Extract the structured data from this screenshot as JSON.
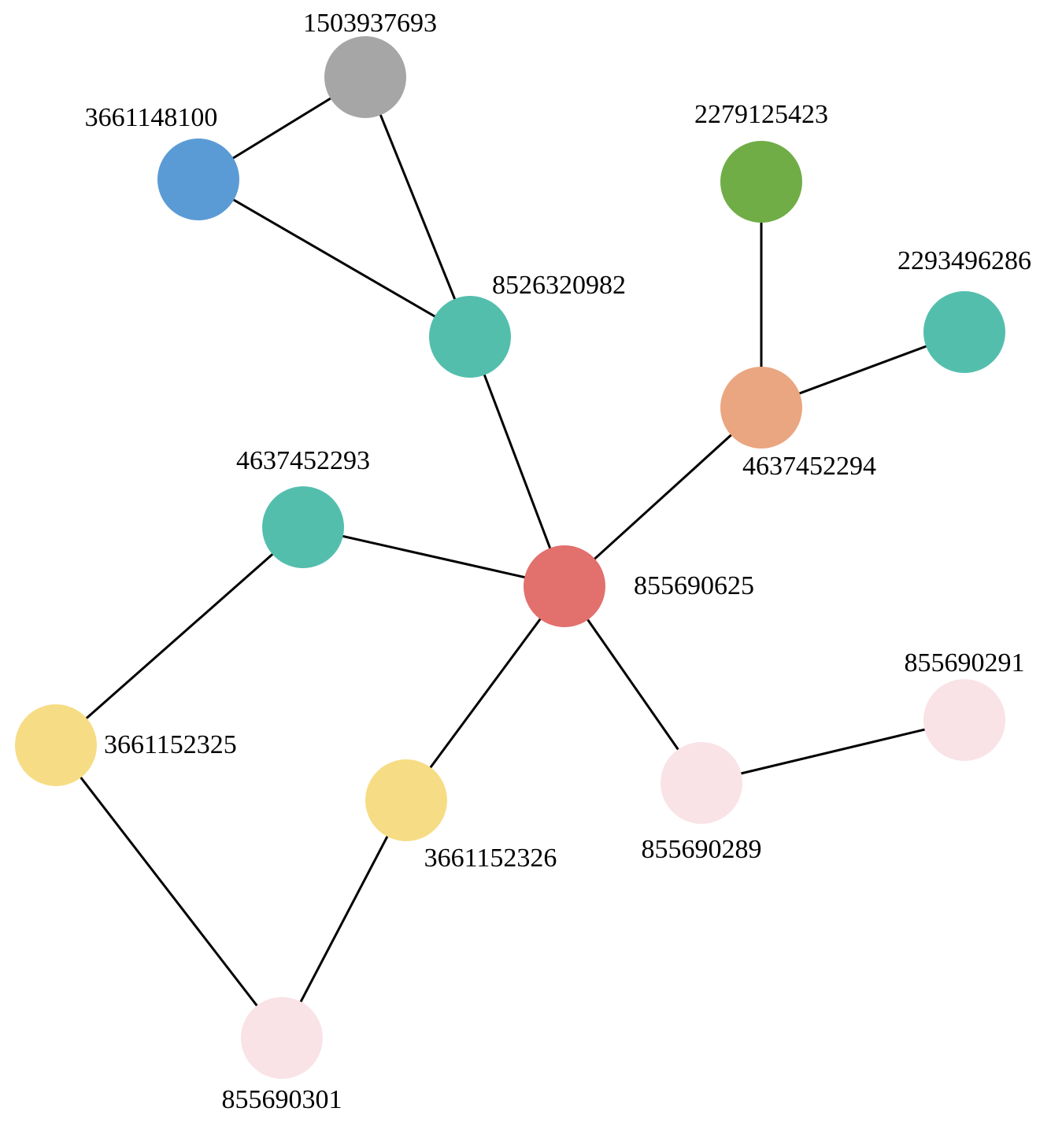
{
  "nodes": [
    {
      "id": "1503937693",
      "label": "1503937693",
      "color": "#a6a6a6"
    },
    {
      "id": "3661148100",
      "label": "3661148100",
      "color": "#5b9bd5"
    },
    {
      "id": "2279125423",
      "label": "2279125423",
      "color": "#70ad47"
    },
    {
      "id": "8526320982",
      "label": "8526320982",
      "color": "#54bead"
    },
    {
      "id": "2293496286",
      "label": "2293496286",
      "color": "#54bead"
    },
    {
      "id": "4637452294",
      "label": "4637452294",
      "color": "#eaa681"
    },
    {
      "id": "4637452293",
      "label": "4637452293",
      "color": "#54bead"
    },
    {
      "id": "855690625",
      "label": "855690625",
      "color": "#e2706d"
    },
    {
      "id": "855690291",
      "label": "855690291",
      "color": "#f9e3e7"
    },
    {
      "id": "3661152325",
      "label": "3661152325",
      "color": "#f6dd85"
    },
    {
      "id": "855690289",
      "label": "855690289",
      "color": "#f9e3e7"
    },
    {
      "id": "3661152326",
      "label": "3661152326",
      "color": "#f6dd85"
    },
    {
      "id": "855690301",
      "label": "855690301",
      "color": "#f9e3e7"
    }
  ],
  "edges": [
    [
      "3661148100",
      "1503937693"
    ],
    [
      "1503937693",
      "8526320982"
    ],
    [
      "3661148100",
      "8526320982"
    ],
    [
      "8526320982",
      "855690625"
    ],
    [
      "2279125423",
      "4637452294"
    ],
    [
      "4637452294",
      "2293496286"
    ],
    [
      "4637452294",
      "855690625"
    ],
    [
      "4637452293",
      "855690625"
    ],
    [
      "4637452293",
      "3661152325"
    ],
    [
      "855690625",
      "3661152326"
    ],
    [
      "855690625",
      "855690289"
    ],
    [
      "855690289",
      "855690291"
    ],
    [
      "3661152325",
      "855690301"
    ],
    [
      "3661152326",
      "855690301"
    ]
  ]
}
